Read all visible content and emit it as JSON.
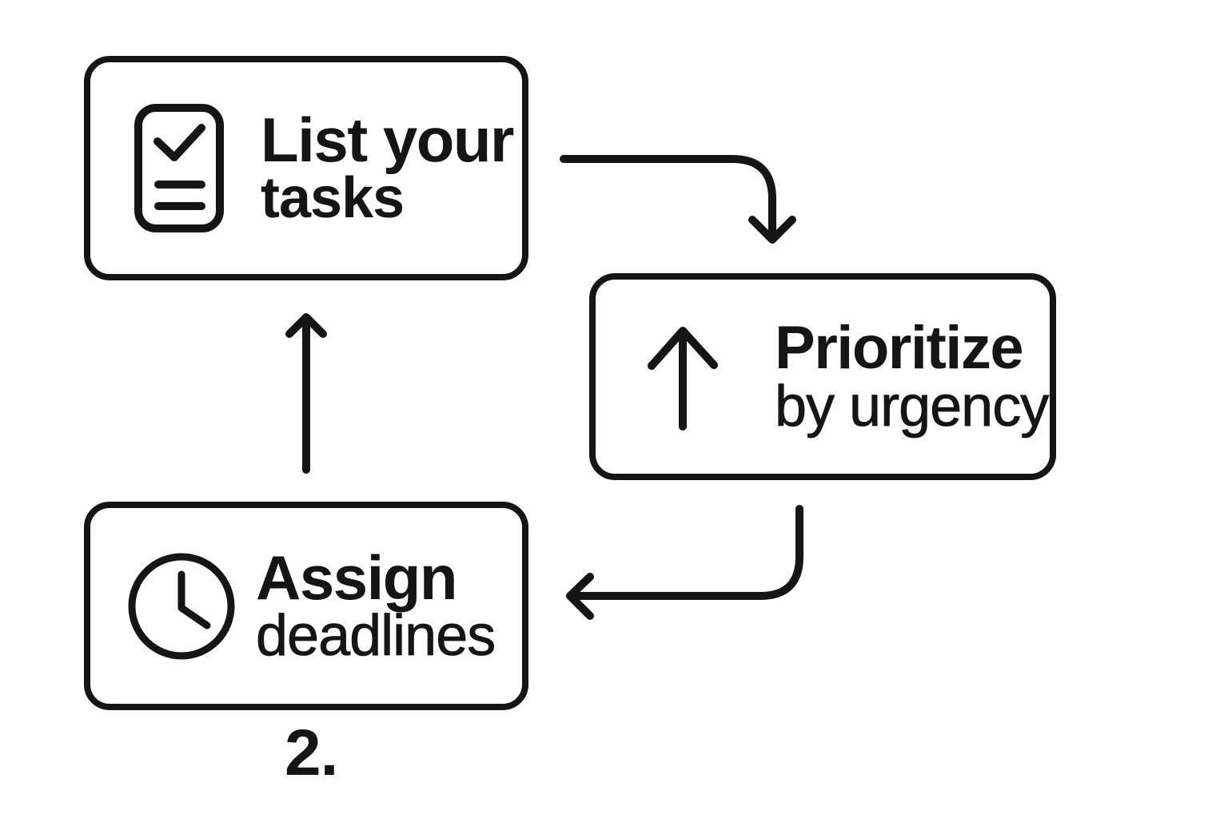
{
  "colors": {
    "ink": "#151515",
    "background": "#ffffff"
  },
  "step_label": "2.",
  "nodes": [
    {
      "id": "list-tasks",
      "icon": "checklist-icon",
      "line1": "List your",
      "line2": "tasks"
    },
    {
      "id": "prioritize",
      "icon": "arrow-up-icon",
      "line1": "Prioritize",
      "line2": "by urgency"
    },
    {
      "id": "assign-deadlines",
      "icon": "clock-icon",
      "line1": "Assign",
      "line2": "deadlines"
    }
  ],
  "edges": [
    {
      "from": "list-tasks",
      "to": "prioritize"
    },
    {
      "from": "prioritize",
      "to": "assign-deadlines"
    },
    {
      "from": "assign-deadlines",
      "to": "list-tasks"
    }
  ]
}
